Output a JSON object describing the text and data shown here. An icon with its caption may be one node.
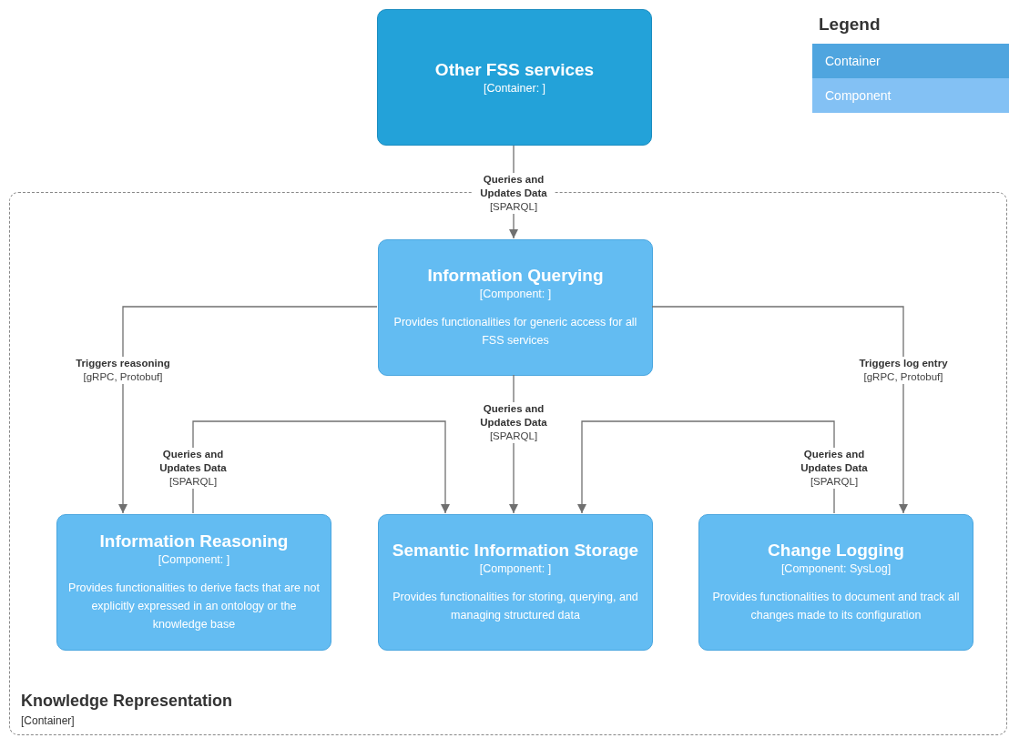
{
  "diagram": {
    "nodes": [
      {
        "text": [
          "Other FSS services",
          "[Container: ]"
        ]
      },
      {
        "text": [
          "Knowledge Representation",
          "[Container]"
        ]
      },
      {
        "text": [
          "Information Querying",
          "[Component: ]",
          "Provides functionalities for generic access for all FSS services"
        ],
        "in": 1
      },
      {
        "text": [
          "Information Reasoning",
          "[Component: ]",
          "Provides functionalities to derive facts that are not explicitly expressed in an ontology or the knowledge base"
        ],
        "in": 1
      },
      {
        "text": [
          "Semantic Information Storage",
          "[Component: ]",
          "Provides functionalities for storing, querying, and managing structured data"
        ],
        "in": 1
      },
      {
        "text": [
          "Change Logging",
          "[Component: SysLog]",
          "Provides functionalities to document and track all changes made to its configuration"
        ],
        "in": 1
      }
    ],
    "edges": [
      {
        "from": 0,
        "to": 2,
        "arrow": "to",
        "label": "**Queries and Updates Data** [SPARQL]"
      },
      {
        "from": 2,
        "to": 3,
        "arrow": "to",
        "label": "**Triggers reasoning** [gRPC, Protobuf]"
      },
      {
        "from": 2,
        "to": 4,
        "arrow": "to",
        "label": "**Queries and Updates Data** [SPARQL]"
      },
      {
        "from": 2,
        "to": 5,
        "arrow": "to",
        "label": "**Triggers log entry** [gRPC, Protobuf]"
      },
      {
        "from": 3,
        "to": 4,
        "arrow": "to",
        "label": "**Queries and Updates Data** [SPARQL]"
      },
      {
        "from": 5,
        "to": 4,
        "arrow": "to",
        "label": "**Queries and Updates Data** [SPARQL]"
      }
    ],
    "legend": [
      {
        "text": "Legend"
      },
      {
        "text": "Container",
        "color": "#4fa5df"
      },
      {
        "text": "Component",
        "color": "#83c1f4"
      }
    ]
  }
}
